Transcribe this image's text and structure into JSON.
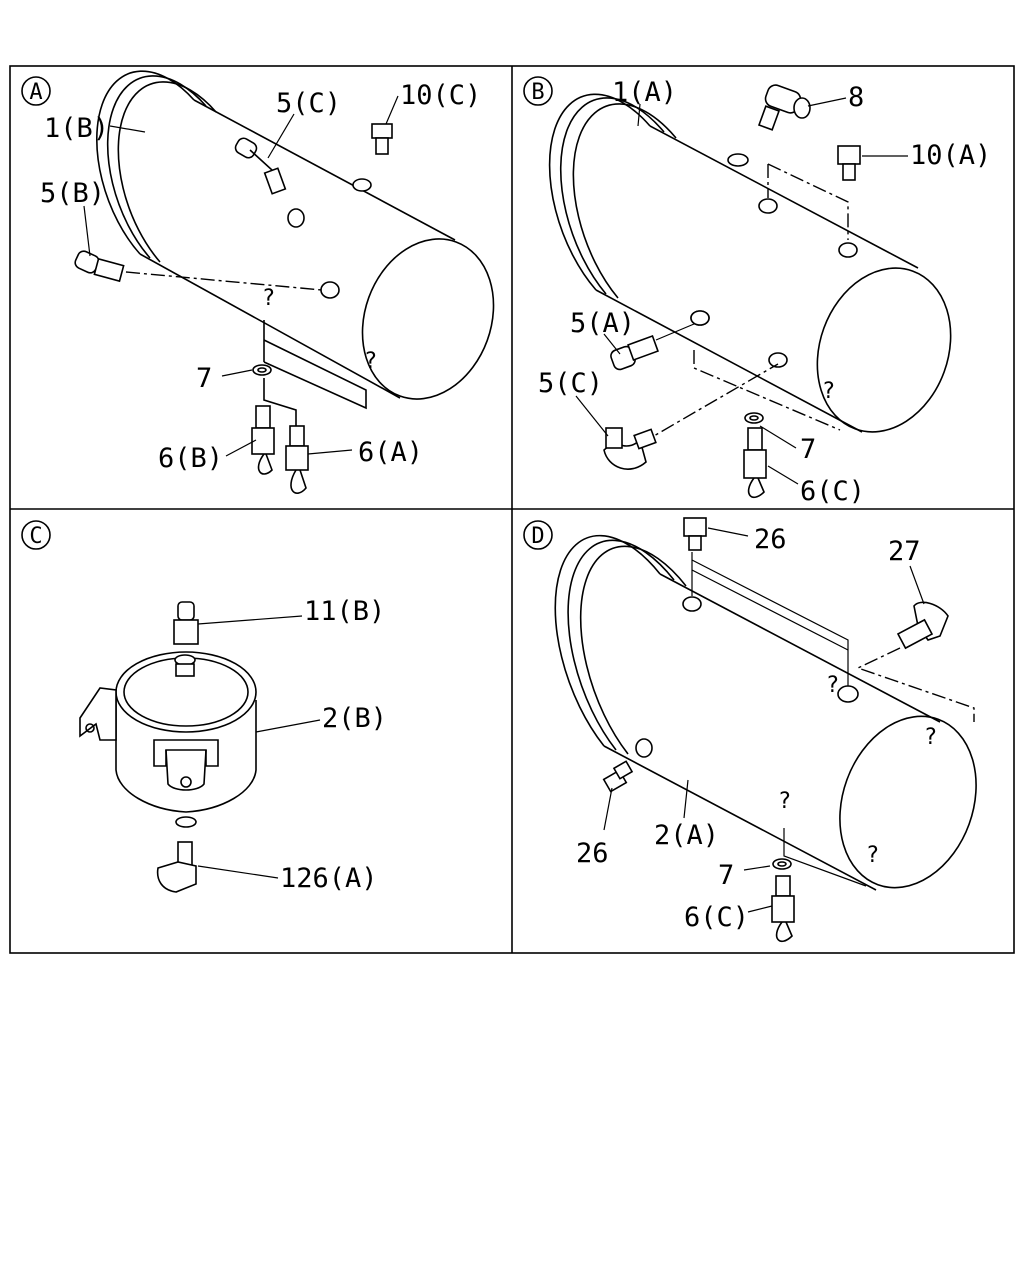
{
  "panels": [
    {
      "id": "A",
      "letter": "A",
      "labels": [
        "1(B)",
        "5(C)",
        "10(C)",
        "5(B)",
        "7",
        "6(B)",
        "6(A)"
      ]
    },
    {
      "id": "B",
      "letter": "B",
      "labels": [
        "1(A)",
        "8",
        "10(A)",
        "5(A)",
        "5(C)",
        "7",
        "6(C)"
      ]
    },
    {
      "id": "C",
      "letter": "C",
      "labels": [
        "11(B)",
        "2(B)",
        "126(A)"
      ]
    },
    {
      "id": "D",
      "letter": "D",
      "labels": [
        "26",
        "27",
        "26",
        "2(A)",
        "7",
        "6(C)"
      ]
    }
  ]
}
